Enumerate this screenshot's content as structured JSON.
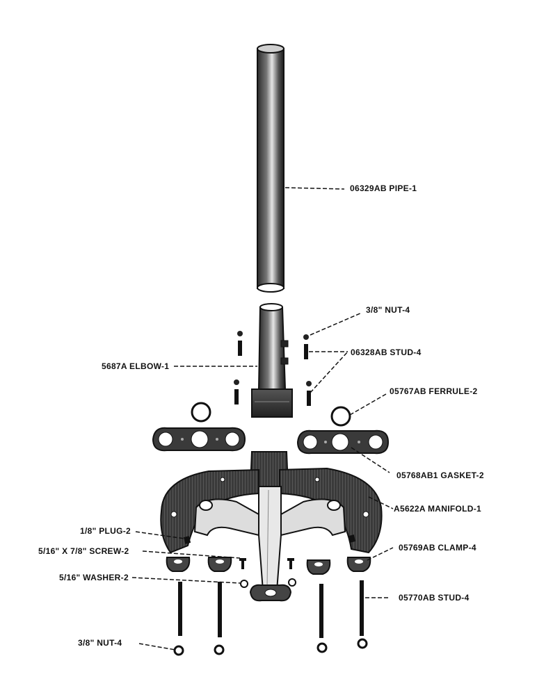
{
  "labels": {
    "pipe": "06329AB PIPE-1",
    "nut_top": "3/8\" NUT-4",
    "stud_top": "06328AB STUD-4",
    "elbow": "5687A ELBOW-1",
    "ferrule": "05767AB FERRULE-2",
    "gasket": "05768AB1 GASKET-2",
    "manifold": "A5622A MANIFOLD-1",
    "plug": "1/8\" PLUG-2",
    "screw": "5/16\" X 7/8\" SCREW-2",
    "clamp": "05769AB CLAMP-4",
    "washer": "5/16\" WASHER-2",
    "stud_bottom": "05770AB STUD-4",
    "nut_bottom": "3/8\" NUT-4"
  },
  "colors": {
    "ink": "#111111",
    "paper": "#ffffff",
    "shade": "#4a4a4a"
  }
}
